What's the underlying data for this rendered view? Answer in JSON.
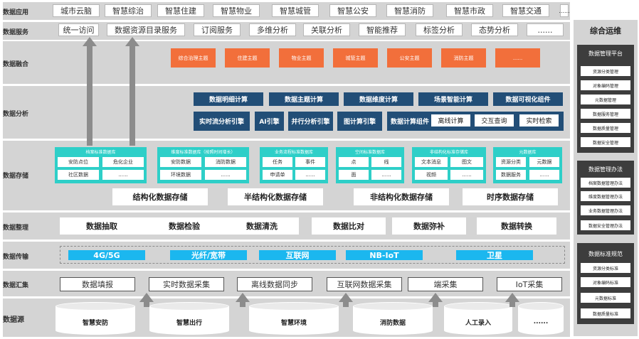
{
  "layers": {
    "app": "数据应用",
    "service": "数据服务",
    "fusion": "数据融合",
    "analysis": "数据分析",
    "storage": "数据存储",
    "organize": "数据整理",
    "transfer": "数据传输",
    "collect": "数据汇集",
    "source": "数据源"
  },
  "app_items": [
    "城市云脑",
    "智慧综治",
    "智慧住建",
    "智慧物业",
    "智慧城管",
    "智慧公安",
    "智慧消防",
    "智慧市政",
    "智慧交通",
    "......"
  ],
  "service_items": [
    "统一访问",
    "数据资源目录服务",
    "订阅服务",
    "多维分析",
    "关联分析",
    "智能推荐",
    "标签分析",
    "态势分析",
    "......"
  ],
  "fusion_items": [
    "综合治理主题",
    "住建主题",
    "物业主题",
    "城管主题",
    "公安主题",
    "消防主题",
    "......"
  ],
  "analysis": {
    "row1": [
      "数据明细计算",
      "数据主题计算",
      "数据维度计算",
      "场景智能计算",
      "数据可视化组件"
    ],
    "row2": [
      "实时流分析引擎",
      "AI引擎",
      "并行分析引擎",
      "图计算引擎",
      "数据计算组件"
    ],
    "sub": [
      "离线计算",
      "交互查询",
      "实时检索"
    ]
  },
  "storage": {
    "cards": [
      {
        "title": "档案标准数据库",
        "cells": [
          "安防点位",
          "危化企业",
          "社区数据",
          "......"
        ]
      },
      {
        "title": "维度标准数据库（按照时间增长）",
        "cells": [
          "安防数据",
          "消防数据",
          "环境数据",
          "......"
        ]
      },
      {
        "title": "业务流程标准数据库",
        "cells": [
          "任务",
          "事件",
          "申请单",
          "......"
        ]
      },
      {
        "title": "空间标准数据库",
        "cells": [
          "点",
          "线",
          "面",
          "......"
        ]
      },
      {
        "title": "非结构化标准存储库",
        "cells": [
          "文本消息",
          "图文",
          "视频",
          "......"
        ]
      },
      {
        "title": "元数据库",
        "cells": [
          "资源分类",
          "元数据",
          "数据服务",
          "......"
        ]
      }
    ],
    "types": [
      "结构化数据存储",
      "半结构化数据存储",
      "非结构化数据存储",
      "时序数据存储"
    ]
  },
  "organize_items": [
    "数据抽取",
    "数据检验",
    "数据清洗",
    "数据比对",
    "数据弥补",
    "数据转换"
  ],
  "transfer_items": [
    "4G/5G",
    "光纤/宽带",
    "互联网",
    "NB-IoT",
    "卫星"
  ],
  "collect_items": [
    "数据填报",
    "实时数据采集",
    "离线数据同步",
    "互联网数据采集",
    "端采集",
    "IoT采集"
  ],
  "source_items": [
    "智慧安防",
    "智慧出行",
    "智慧环境",
    "消防数据",
    "人工录入",
    "......"
  ],
  "ops": {
    "title": "综合运维",
    "sections": [
      {
        "title": "数据管理平台",
        "items": [
          "资源分类管理",
          "对象编码管理",
          "元数据管理",
          "数据服务管理",
          "数据质量管理",
          "数据安全管理"
        ]
      },
      {
        "title": "数据管理办法",
        "items": [
          "档案数据管理办法",
          "维度数据管理办法",
          "业务数据管理办法",
          "数据安全管理办法"
        ]
      },
      {
        "title": "数据标准规范",
        "items": [
          "资源分类标准",
          "对象编码标准",
          "元数据标准",
          "数据质量标准"
        ]
      }
    ]
  },
  "colors": {
    "layer_bg": "#d4d4d4",
    "fusion_orange": "#f26f3b",
    "analysis_navy": "#224e77",
    "storage_teal": "#2ecfc8",
    "transfer_blue": "#1bb7ef",
    "ops_dark": "#3d3d3d",
    "arrow_gray": "#8c8c8c"
  }
}
